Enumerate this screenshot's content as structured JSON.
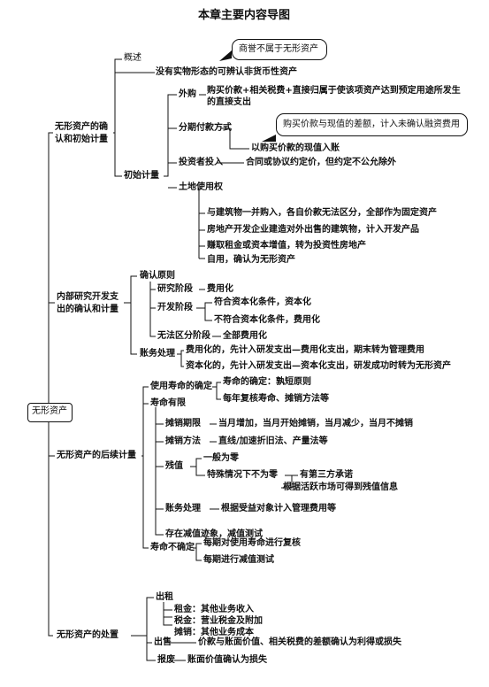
{
  "title": "本章主要内容导图",
  "root": "无形资产",
  "s1": {
    "label_l1": "无形资产的确",
    "label_l2": "认和初始计量",
    "gaishu": "概述",
    "gaishu_def": "没有实物形态的可辨认非货币性资产",
    "callout_goodwill": "商誉不属于无形资产",
    "chushi": "初始计量",
    "waigou": "外购",
    "waigou_l1": "购买价款+相关税费+直接归属于使该项资产达到预定用途所发生",
    "waigou_l2": "的直接支出",
    "fenqi": "分期付款方式",
    "fenqi_val": "以购买价款的现值入账",
    "callout_diff": "购买价款与现值的差额，计入未确认融资费用",
    "touzi": "投资者投入",
    "touzi_val": "合同或协议约定价，但约定不公允除外",
    "tudi": "土地使用权",
    "tudi_items": [
      "与建筑物一并购入，各自价款无法区分，全部作为固定资产",
      "房地产开发企业建造对外出售的建筑物，计入开发产品",
      "赚取租金或资本增值，转为投资性房地产",
      "自用，确认为无形资产"
    ]
  },
  "s2": {
    "label_l1": "内部研究开发支",
    "label_l2": "出的确认和计量",
    "queren": "确认原则",
    "yanjiu": "研究阶段",
    "yanjiu_val": "费用化",
    "kaifa": "开发阶段",
    "kaifa_a": "符合资本化条件，资本化",
    "kaifa_b": "不符合资本化条件，费用化",
    "wufa": "无法区分阶段",
    "wufa_val": "全部费用化",
    "zhangwu": "账务处理",
    "zhangwu_a": "费用化的，先计入研发支出—费用化支出，期末转为管理费用",
    "zhangwu_b": "资本化的，先计入研发支出—资本化支出，研发成功时转为无形资产"
  },
  "s3": {
    "label": "无形资产的后续计量",
    "queding": "使用寿命的确定",
    "queding_a": "寿命的确定：孰短原则",
    "queding_b": "每年复核寿命、摊销方法等",
    "youxian": "寿命有限",
    "qixian": "摊销期限",
    "qixian_val": "当月增加，当月开始摊销，当月减少，当月不摊销",
    "fangfa": "摊销方法",
    "fangfa_val": "直线/加速折旧法、产量法等",
    "canzhi": "残值",
    "canzhi_a": "一般为零",
    "canzhi_b": "特殊情况下不为零",
    "canzhi_b1": "有第三方承诺",
    "canzhi_b2": "根据活跃市场可得到残值信息",
    "zw": "账务处理",
    "zw_val": "根据受益对象计入管理费用等",
    "jianzhi": "存在减值迹象，减值测试",
    "buqueding": "寿命不确定",
    "bq_a": "每期对使用寿命进行复核",
    "bq_b": "每期进行减值测试"
  },
  "s4": {
    "label": "无形资产的处置",
    "chuzu": "出租",
    "zujin": "租金：其他业务收入",
    "shuijin": "税金：营业税金及附加",
    "tanxiao": "摊销：其他业务成本",
    "chushou": "出售",
    "chushou_val": "价款与账面价值、相关税费的差额确认为利得或损失",
    "baofei": "报废",
    "baofei_val": "账面价值确认为损失"
  }
}
